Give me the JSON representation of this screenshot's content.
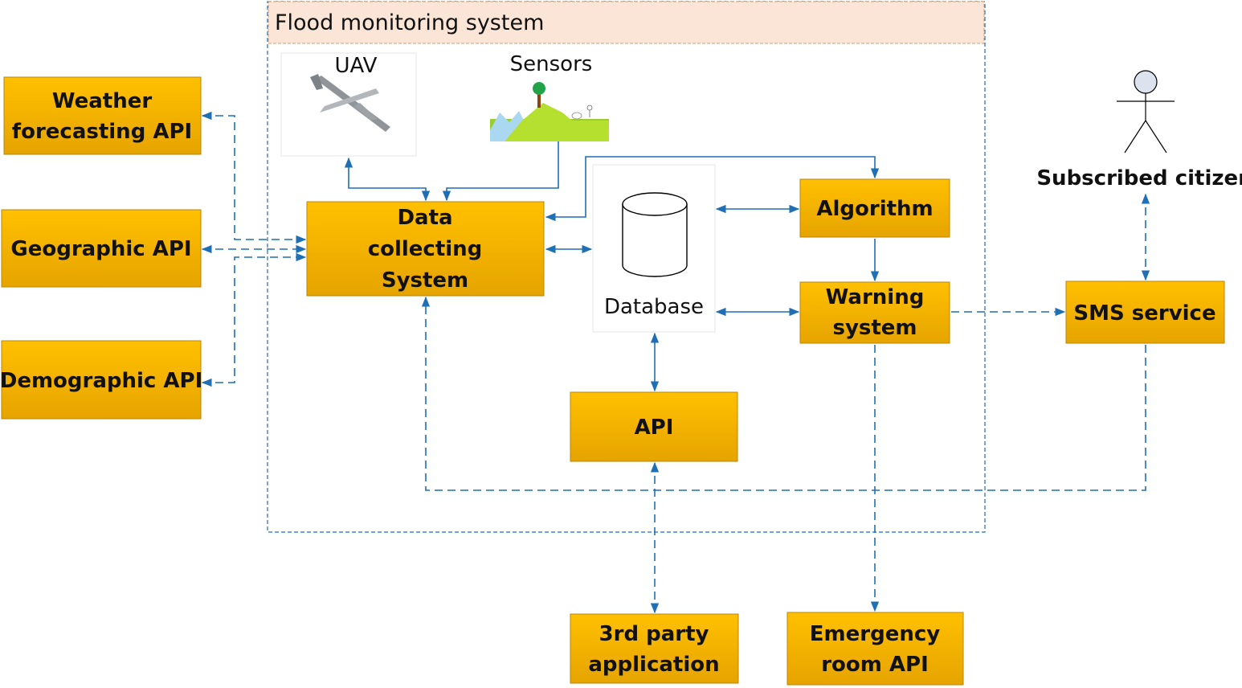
{
  "system": {
    "title": "Flood monitoring system"
  },
  "external_apis": [
    {
      "id": "weather",
      "lines": [
        "Weather",
        "forecasting API"
      ]
    },
    {
      "id": "geographic",
      "lines": [
        "Geographic API"
      ]
    },
    {
      "id": "demographic",
      "lines": [
        "Demographic API"
      ]
    }
  ],
  "components": {
    "uav": "UAV",
    "sensors": "Sensors",
    "data_collecting": [
      "Data",
      "collecting",
      "System"
    ],
    "database": "Database",
    "algorithm": "Algorithm",
    "warning": [
      "Warning",
      "system"
    ],
    "api": "API",
    "sms": "SMS service",
    "citizen": "Subscribed citizen",
    "third_party": [
      "3rd party",
      "application"
    ],
    "emergency": [
      "Emergency",
      "room API"
    ]
  },
  "colors": {
    "box_fill_top": "#ffc000",
    "box_fill_bottom": "#e8a800",
    "box_border": "#b8860b",
    "connector": "#1f6fb5",
    "title_band": "#fbe5d6"
  }
}
